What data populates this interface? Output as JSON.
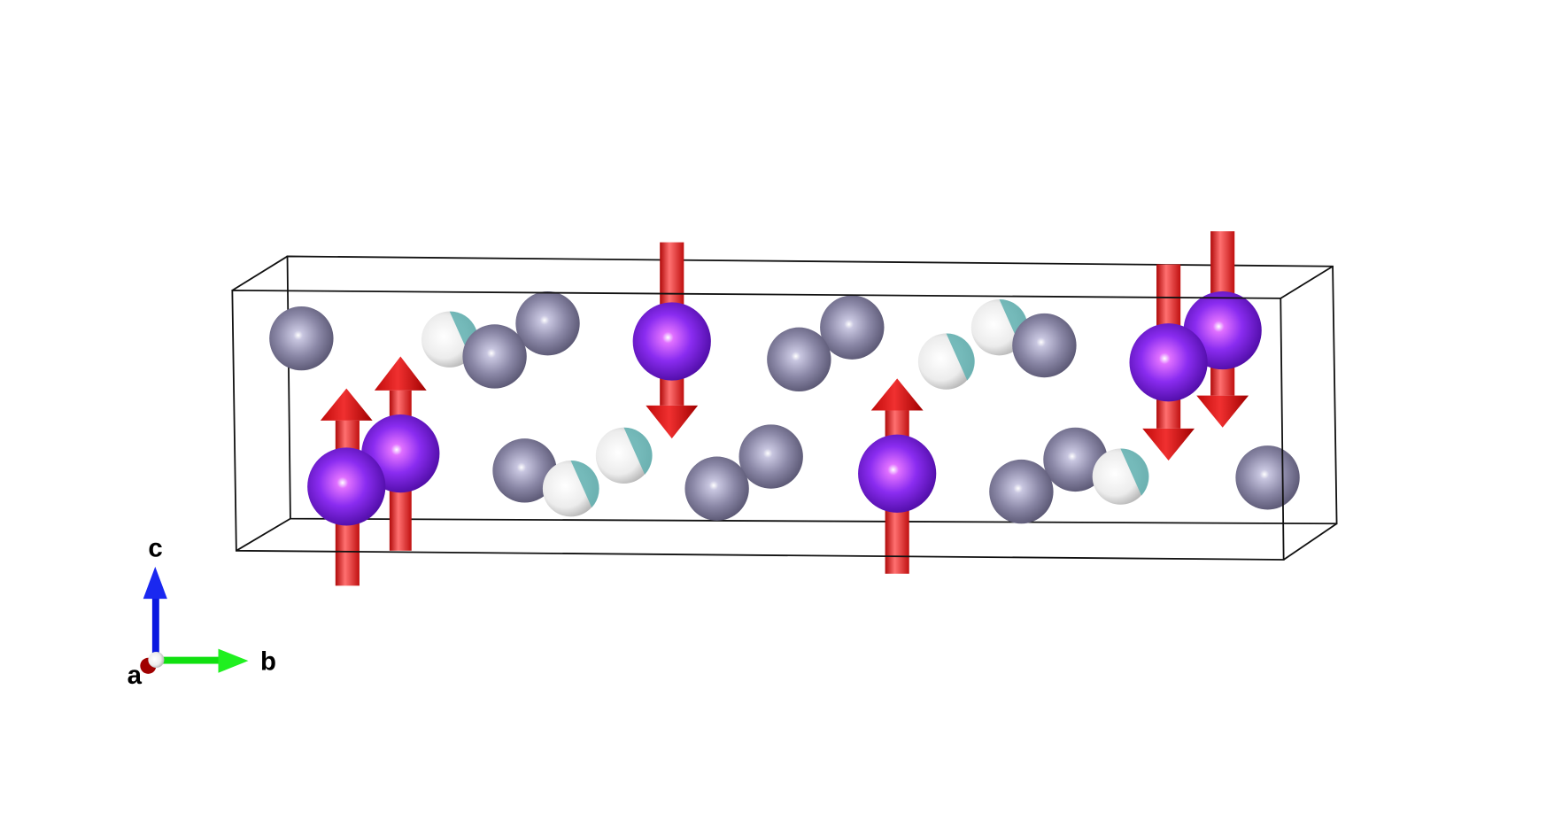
{
  "viewer": {
    "axes": {
      "a_label": "a",
      "b_label": "b",
      "c_label": "c",
      "a_color": "#b00000",
      "b_color": "#10e010",
      "c_color": "#0a18e0"
    },
    "colors": {
      "large_atom": "#7a1fe6",
      "medium_atom": "#7d7a98",
      "small_atom": "#f2f2f2",
      "small_atom_accent": "#5fb0b0",
      "spin_arrow": "#e82020",
      "cell_edge": "#111111"
    },
    "spins": [
      "up",
      "up",
      "down",
      "up",
      "down",
      "down"
    ]
  }
}
